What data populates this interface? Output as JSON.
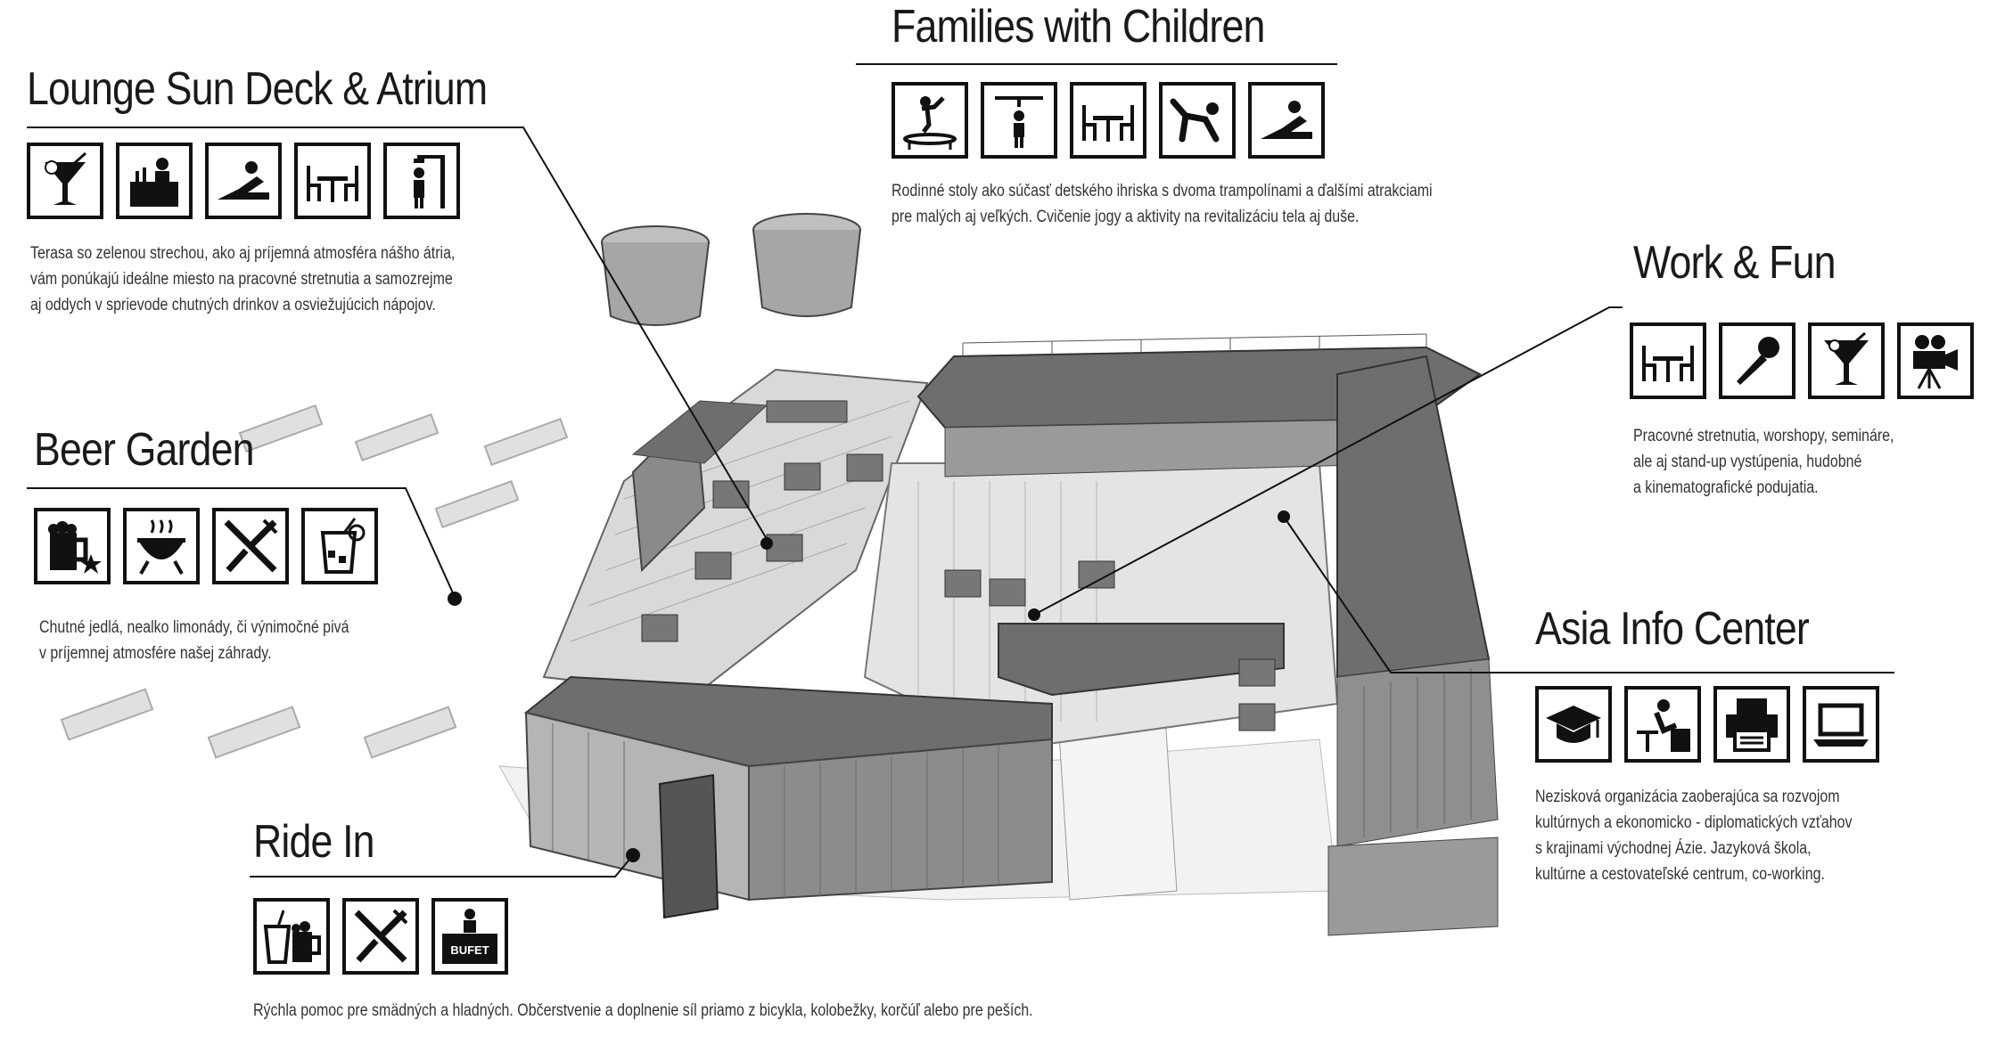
{
  "sections": {
    "lounge": {
      "title": "Lounge Sun Deck & Atrium",
      "icons": [
        "cocktail-icon",
        "bar-counter-icon",
        "sunbather-icon",
        "table-chairs-icon",
        "shower-icon"
      ],
      "description": [
        "Terasa so zelenou strechou, ako aj príjemná atmosféra nášho átria,",
        "vám ponúkajú ideálne miesto na pracovné stretnutia a samozrejme",
        " aj oddych v sprievode chutných drinkov a osviežujúcich nápojov."
      ]
    },
    "families": {
      "title": "Families with Children",
      "icons": [
        "trampoline-icon",
        "shower-icon",
        "table-chairs-icon",
        "yoga-icon",
        "sunbather-icon"
      ],
      "description": [
        "Rodinné stoly ako súčasť detského ihriska s dvoma trampolínami a ďalšími atrakciami",
        " pre malých aj veľkých. Cvičenie jogy a aktivity na revitalizáciu tela aj duše."
      ]
    },
    "work_fun": {
      "title": "Work & Fun",
      "icons": [
        "table-chairs-icon",
        "microphone-icon",
        "cocktail-icon",
        "movie-camera-icon"
      ],
      "description": [
        "Pracovné stretnutia, worshopy, semináre,",
        "ale aj stand-up vystúpenia, hudobné",
        "a kinematografické podujatia."
      ]
    },
    "beer_garden": {
      "title": "Beer Garden",
      "icons": [
        "beer-mug-icon",
        "grill-icon",
        "cutlery-icon",
        "lemonade-icon"
      ],
      "description": [
        "Chutné jedlá, nealko limonády, či výnimočné pivá",
        "v príjemnej atmosfére našej záhrady."
      ]
    },
    "asia": {
      "title": "Asia Info Center",
      "icons": [
        "graduation-cap-icon",
        "desk-worker-icon",
        "printer-icon",
        "laptop-icon"
      ],
      "description": [
        "Nezisková organizácia zaoberajúca sa rozvojom",
        "kultúrnych a ekonomicko - diplomatických vzťahov",
        "s krajinami východnej Ázie. Jazyková škola,",
        "kultúrne a cestovateľské centrum, co-working."
      ]
    },
    "ride_in": {
      "title": "Ride In",
      "icons": [
        "drinks-icon",
        "cutlery-icon",
        "bufet-stand-icon"
      ],
      "bufet_label": "BUFET",
      "description": [
        "Rýchla pomoc pre smädných a hladných. Občerstvenie a doplnenie síl  priamo z bicykla, kolobežky, korčúľ alebo pre peších."
      ]
    }
  },
  "colors": {
    "roof": "#6e6e6e",
    "wall": "#8a8a8a",
    "floor": "#cfcfcf",
    "ink": "#111111"
  }
}
